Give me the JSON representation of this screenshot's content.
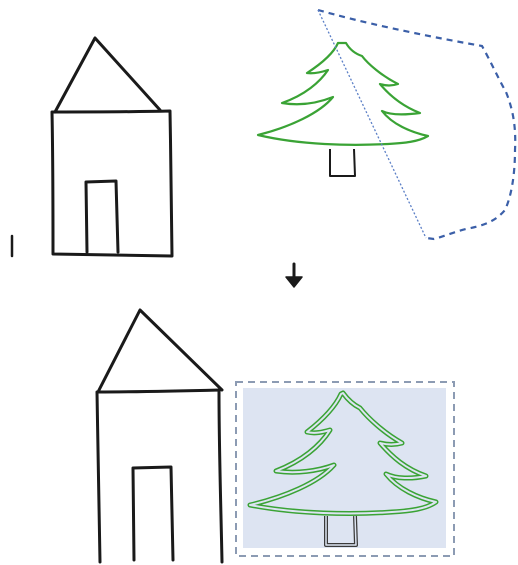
{
  "illustration": {
    "steps": [
      {
        "name": "before-lasso-selection",
        "objects": [
          "house",
          "tree",
          "lasso"
        ]
      },
      {
        "name": "after-selection",
        "objects": [
          "house",
          "tree",
          "selection-box"
        ]
      }
    ],
    "arrow_icon": "arrow-down-icon",
    "colors": {
      "ink": "#1a1a1a",
      "tree_stroke": "#3aa335",
      "lasso_stroke": "#3b5fa8",
      "lasso_guide": "#5b7fc6",
      "selection_border": "#8c9bb3",
      "selection_fill": "#dde4f2"
    }
  }
}
